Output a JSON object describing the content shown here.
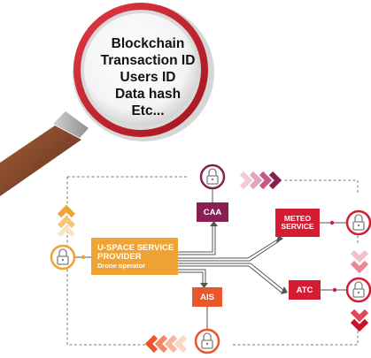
{
  "lens": {
    "lines": [
      "Blockchain",
      "Transaction ID",
      "Users ID",
      "Data hash",
      "Etc..."
    ]
  },
  "nodes": {
    "provider": {
      "title_line1": "U-SPACE SERVICE",
      "title_line2": "PROVIDER",
      "subtitle": "Drone operator"
    },
    "caa": {
      "label": "CAA"
    },
    "ais": {
      "label": "AIS"
    },
    "meteo": {
      "line1": "METEO",
      "line2": "SERVICE"
    },
    "atc": {
      "label": "ATC"
    }
  },
  "colors": {
    "provider": "#f0a232",
    "caa": "#8a1f52",
    "ais": "#e8562a",
    "meteo": "#d41d33",
    "atc": "#d41d33",
    "lens_rim": "#c0202e",
    "handle": "#8b4a2b",
    "lock_outline": "#808080"
  },
  "icons": [
    "magnifying-glass-icon",
    "lock-icon",
    "chevron-arrow-icon"
  ]
}
